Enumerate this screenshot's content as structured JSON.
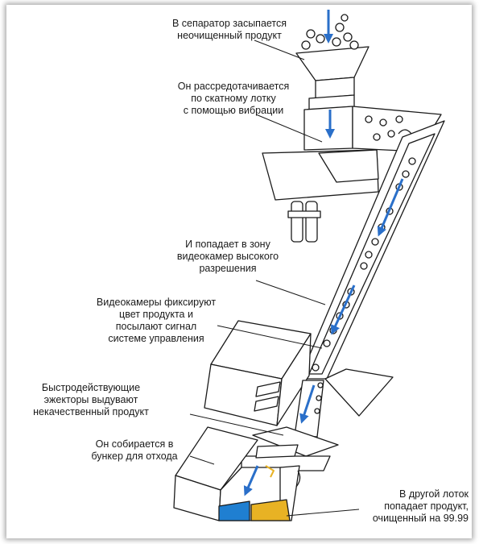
{
  "diagram": {
    "labels": {
      "feed": "В сепаратор засыпается\nнеочищенный продукт",
      "vibration": "Он рассредотачивается\nпо скатному лотку\nс помощью вибрации",
      "camera_zone": "И попадает в зону\nвидеокамер высокого\nразрешения",
      "cameras": "Видеокамеры фиксируют\nцвет продукта и\nпосылают сигнал\nсистеме управления",
      "ejectors": "Быстродействующие\nэжекторы выдувают\nнекачественный продукт",
      "reject_bin": "Он собирается в\nбункер для отхода",
      "clean_output": "В другой лоток\nпопадает продукт,\nочищенный на 99.99"
    },
    "colors": {
      "flow_arrow": "#2a6fc9",
      "reject_fill": "#1f7fd1",
      "accept_fill": "#e8b224",
      "outline": "#1a1a1a"
    }
  }
}
